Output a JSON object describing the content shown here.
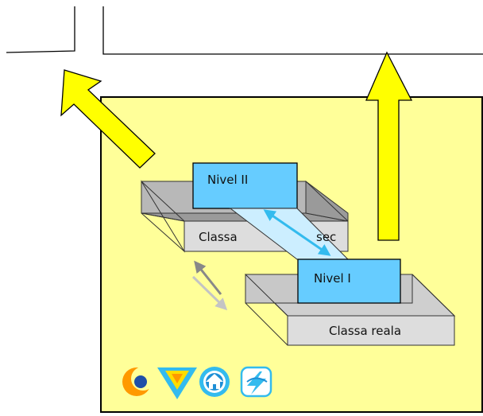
{
  "diagram": {
    "labels": {
      "nivel_ii": "Nivel II",
      "nivel_i": "Nivel I",
      "classa_left": "Classa",
      "classa_right": "sec",
      "classa_reala": "Classa reala"
    }
  },
  "colors": {
    "panel_fill": "#ffff99",
    "arrow_yellow": "#ffff00",
    "level_box": "#66ccff",
    "connector": "#cceeff",
    "cyan_arrow": "#33bbee",
    "class_box": "#dddddd",
    "class_box_dark": "#b5b5b5"
  },
  "toolbar": {
    "icons": [
      "first-icon",
      "previous-icon",
      "home-icon",
      "next-icon"
    ]
  }
}
